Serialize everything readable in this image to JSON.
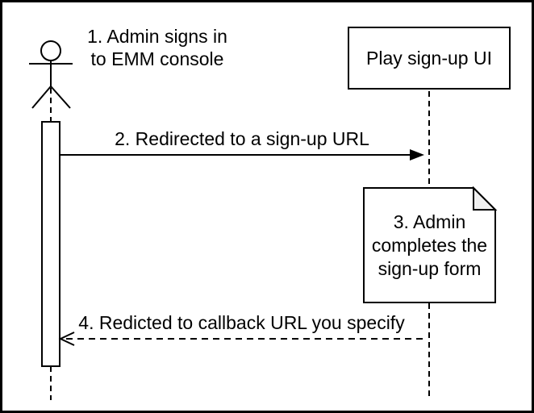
{
  "diagram": {
    "participant_box": {
      "label": "Play sign-up UI"
    },
    "labels": {
      "step1": "1. Admin signs in\nto EMM console",
      "step2": "2. Redirected to a sign-up URL",
      "step3": "3. Admin\ncompletes the\nsign-up form",
      "step4": "4. Redicted to callback URL you specify"
    },
    "colors": {
      "line": "#000000",
      "fill": "#ffffff",
      "note_fold": "#f0f0f0"
    }
  }
}
